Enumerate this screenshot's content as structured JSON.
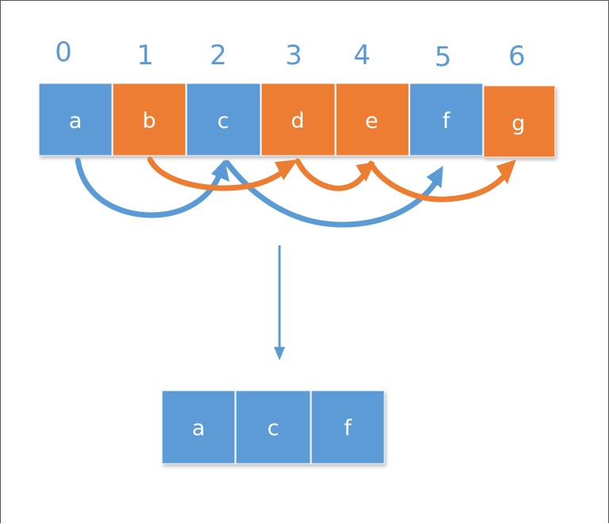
{
  "colors": {
    "blue": "#5B9BD5",
    "orange": "#ED7D31",
    "index_text": "#5B9BD5",
    "cell_text": "#ffffff"
  },
  "indices": [
    "0",
    "1",
    "2",
    "3",
    "4",
    "5",
    "6"
  ],
  "top_row": [
    {
      "letter": "a",
      "color": "blue"
    },
    {
      "letter": "b",
      "color": "orange"
    },
    {
      "letter": "c",
      "color": "blue"
    },
    {
      "letter": "d",
      "color": "orange"
    },
    {
      "letter": "e",
      "color": "orange"
    },
    {
      "letter": "f",
      "color": "blue"
    },
    {
      "letter": "g",
      "color": "orange"
    }
  ],
  "blue_jumps": [
    [
      0,
      2
    ],
    [
      2,
      5
    ]
  ],
  "orange_jumps": [
    [
      1,
      3
    ],
    [
      3,
      4
    ],
    [
      4,
      6
    ]
  ],
  "bottom_row": [
    {
      "letter": "a"
    },
    {
      "letter": "c"
    },
    {
      "letter": "f"
    }
  ]
}
